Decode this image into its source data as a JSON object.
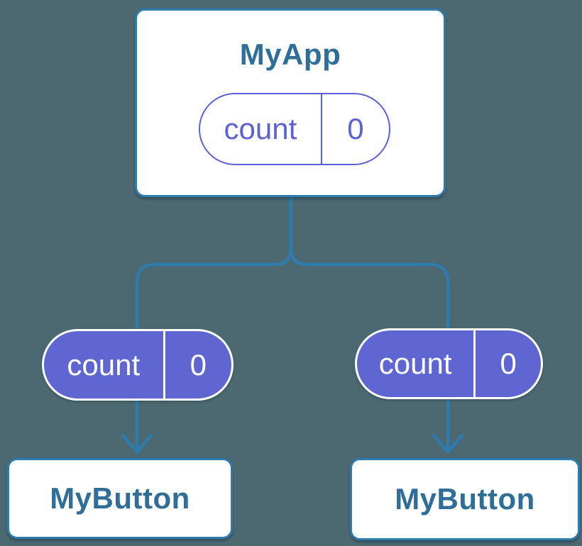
{
  "colors": {
    "background": "#4C6972",
    "edge": "#2E7BAE",
    "node_border": "#2E7BAE",
    "node_title": "#2E6E98",
    "pill_outline": "#5A62D6",
    "pill_fill": "#5F66D1",
    "pill_fill_text": "#FFFFFF"
  },
  "tree": {
    "root": {
      "label": "MyApp",
      "state_pill": {
        "key": "count",
        "value": "0"
      }
    },
    "children": [
      {
        "label": "MyButton",
        "state_pill": {
          "key": "count",
          "value": "0"
        }
      },
      {
        "label": "MyButton",
        "state_pill": {
          "key": "count",
          "value": "0"
        }
      }
    ]
  }
}
